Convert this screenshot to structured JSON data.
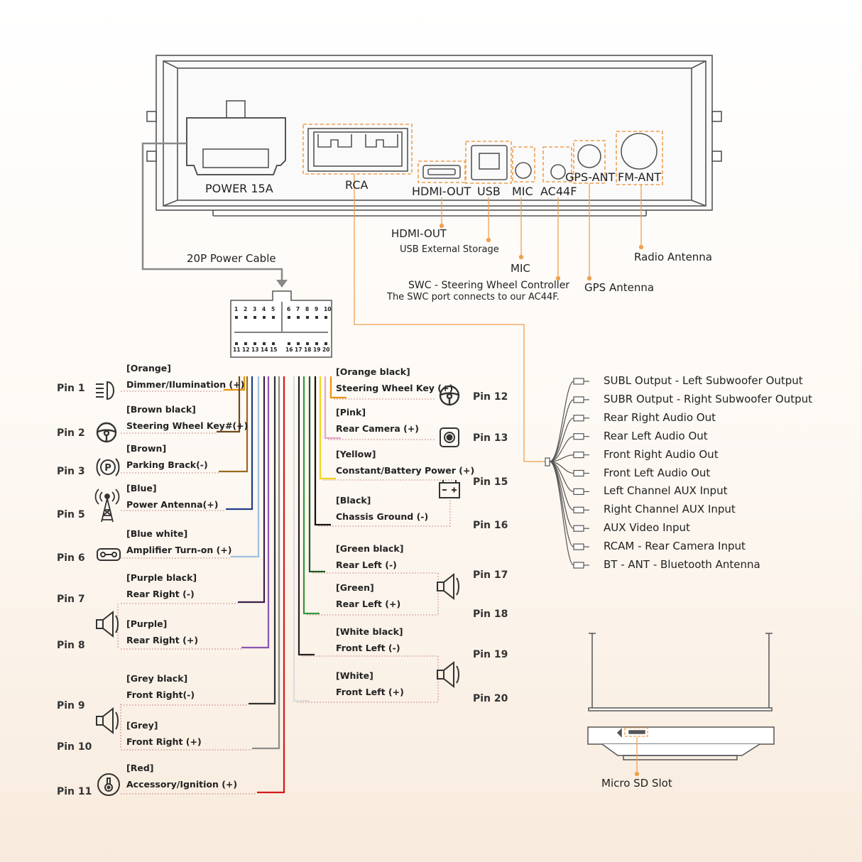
{
  "head_unit": {
    "ports": {
      "power": "POWER 15A",
      "rca": "RCA",
      "hdmi": "HDMI-OUT",
      "usb": "USB",
      "mic": "MIC",
      "ac44f": "AC44F",
      "gps": "GPS-ANT",
      "fm": "FM-ANT"
    }
  },
  "callouts": {
    "hdmi": "HDMI-OUT",
    "usb": "USB External Storage",
    "mic": "MIC",
    "swc_line1": "SWC - Steering Wheel Controller",
    "swc_line2": "The SWC port connects to our AC44F.",
    "gps": "GPS Antenna",
    "radio": "Radio Antenna",
    "power_cable": "20P Power Cable"
  },
  "connector": {
    "top_pins": [
      "1",
      "2",
      "3",
      "4",
      "5",
      "6",
      "7",
      "8",
      "9",
      "10"
    ],
    "bottom_pins": [
      "11",
      "12",
      "13",
      "14",
      "15",
      "16",
      "17",
      "18",
      "19",
      "20"
    ]
  },
  "left_pins": [
    {
      "pin": "Pin 1",
      "color": "[Orange]",
      "function": "Dimmer/Ilumination (+)",
      "icon": "headlight-icon",
      "wire": "#e8930c"
    },
    {
      "pin": "Pin 2",
      "color": "[Brown black]",
      "function": "Steering Wheel Key#(+)",
      "icon": "steering-wheel-icon",
      "wire": "#6b4a1a"
    },
    {
      "pin": "Pin 3",
      "color": "[Brown]",
      "function": "Parking Brack(-)",
      "icon": "parking-brake-icon",
      "wire": "#9a6a20"
    },
    {
      "pin": "Pin 5",
      "color": "[Blue]",
      "function": "Power Antenna(+)",
      "icon": "antenna-icon",
      "wire": "#1c3f8a"
    },
    {
      "pin": "Pin 6",
      "color": "[Blue white]",
      "function": "Amplifier Turn-on (+)",
      "icon": "amplifier-icon",
      "wire": "#9fc0e0"
    },
    {
      "pin": "Pin 7",
      "color": "[Purple black]",
      "function": "Rear Right (-)",
      "icon": "speaker-icon",
      "wire": "#3a1f4d"
    },
    {
      "pin": "Pin 8",
      "color": "[Purple]",
      "function": "Rear Right (+)",
      "icon": "",
      "wire": "#8a55b5"
    },
    {
      "pin": "Pin 9",
      "color": "[Grey black]",
      "function": "Front Right(-)",
      "icon": "speaker-icon",
      "wire": "#333333"
    },
    {
      "pin": "Pin 10",
      "color": "[Grey]",
      "function": "Front Right (+)",
      "icon": "",
      "wire": "#8c8c8c"
    },
    {
      "pin": "Pin 11",
      "color": "[Red]",
      "function": "Accessory/Ignition (+)",
      "icon": "ignition-key-icon",
      "wire": "#d21a1a"
    }
  ],
  "right_pins": [
    {
      "pin": "Pin 12",
      "color": "[Orange black]",
      "function": "Steering Wheel Key (+)",
      "icon": "steering-wheel-icon",
      "wire": "#e8930c"
    },
    {
      "pin": "Pin 13",
      "color": "[Pink]",
      "function": "Rear Camera (+)",
      "icon": "camera-icon",
      "wire": "#e6a6c8"
    },
    {
      "pin": "Pin 15",
      "color": "[Yellow]",
      "function": "Constant/Battery Power (+)",
      "icon": "battery-icon",
      "wire": "#f2d320"
    },
    {
      "pin": "Pin 16",
      "color": "[Black]",
      "function": "Chassis Ground (-)",
      "icon": "",
      "wire": "#111111"
    },
    {
      "pin": "Pin 17",
      "color": "[Green black]",
      "function": "Rear Left (-)",
      "icon": "speaker-icon",
      "wire": "#1e5a26"
    },
    {
      "pin": "Pin 18",
      "color": "[Green]",
      "function": "Rear Left (+)",
      "icon": "",
      "wire": "#2f9a3c"
    },
    {
      "pin": "Pin 19",
      "color": "[White black]",
      "function": "Front Left (-)",
      "icon": "speaker-icon",
      "wire": "#222222"
    },
    {
      "pin": "Pin 20",
      "color": "[White]",
      "function": "Front Left (+)",
      "icon": "",
      "wire": "#dddddd"
    }
  ],
  "rca_outputs": [
    "SUBL Output - Left Subwoofer Output",
    "SUBR Output - Right Subwoofer Output",
    "Rear Right Audio Out",
    "Rear Left Audio Out",
    "Front Right Audio Out",
    "Front Left Audio Out",
    "Left Channel AUX Input",
    "Right Channel AUX Input",
    "AUX Video Input",
    "RCAM - Rear Camera Input",
    "BT - ANT - Bluetooth Antenna"
  ],
  "sd_slot": {
    "label": "Micro SD Slot"
  },
  "colors": {
    "accent": "#f0a050",
    "outline": "#555555",
    "cable": "#888888"
  }
}
